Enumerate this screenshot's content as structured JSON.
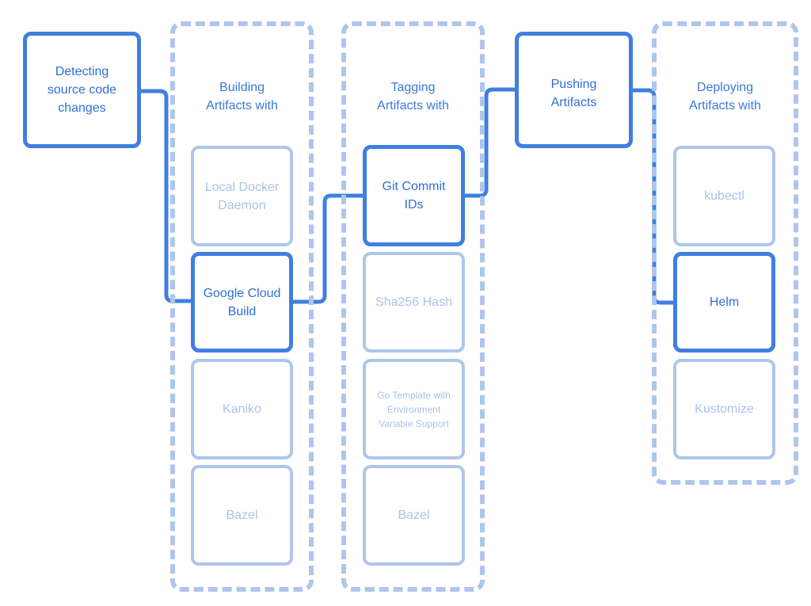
{
  "stages": {
    "detect": {
      "label": "Detecting\nsource code\nchanges"
    },
    "build": {
      "title": "Building\nArtifacts with",
      "options": [
        "Local Docker\nDaemon",
        "Google Cloud\nBuild",
        "Kaniko",
        "Bazel"
      ],
      "selected": "Google Cloud\nBuild"
    },
    "tag": {
      "title": "Tagging\nArtifacts with",
      "options": [
        "Git Commit\nIDs",
        "Sha256 Hash",
        "Go Template with\nEnvironment\nVariable Support",
        "Bazel"
      ],
      "selected": "Git Commit\nIDs"
    },
    "push": {
      "label": "Pushing\nArtifacts"
    },
    "deploy": {
      "title": "Deploying\nArtifacts with",
      "options": [
        "kubectl",
        "Helm",
        "Kustomize"
      ],
      "selected": "Helm"
    }
  },
  "colors": {
    "active": "#3f7fe0",
    "inactive": "#aec6ec",
    "active_text": "#2f6fd8",
    "inactive_text": "#a9c3ea"
  }
}
